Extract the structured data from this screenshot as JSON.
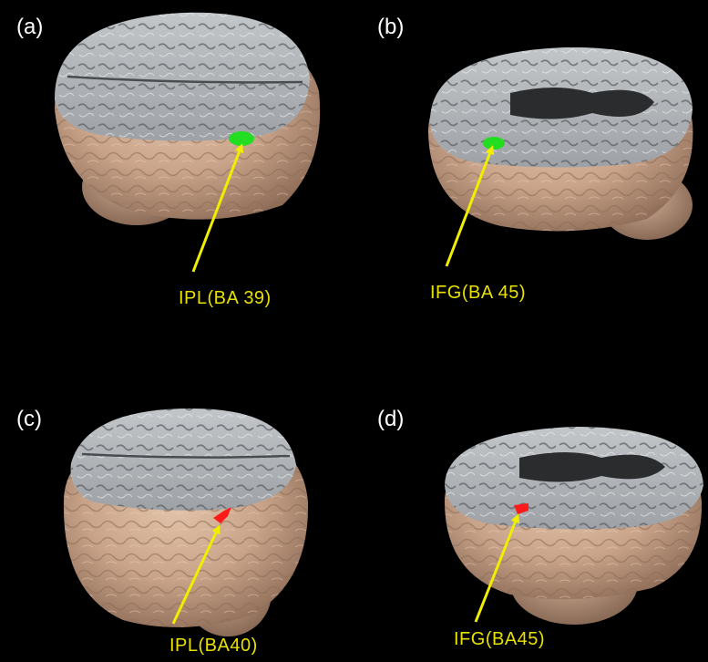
{
  "panels": [
    {
      "label": "(a)",
      "region": "IPL(BA 39)",
      "marker_color": "#22dd22"
    },
    {
      "label": "(b)",
      "region": "IFG(BA 45)",
      "marker_color": "#22dd22"
    },
    {
      "label": "(c)",
      "region": "IPL(BA40)",
      "marker_color": "#ff1a1a"
    },
    {
      "label": "(d)",
      "region": "IFG(BA45)",
      "marker_color": "#ff1a1a"
    }
  ],
  "colors": {
    "background": "#000000",
    "cortex": "#c9a48a",
    "slice": "#a9adb0",
    "arrow": "#f2ee00",
    "label_text": "#e8e000"
  }
}
